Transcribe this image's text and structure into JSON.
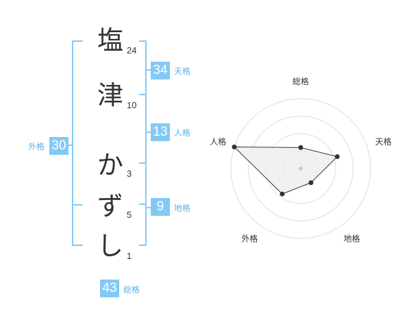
{
  "name": {
    "characters": [
      {
        "char": "塩",
        "strokes": "24"
      },
      {
        "char": "津",
        "strokes": "10"
      },
      {
        "char": "か",
        "strokes": "3"
      },
      {
        "char": "ず",
        "strokes": "5"
      },
      {
        "char": "し",
        "strokes": "1"
      }
    ]
  },
  "fortunes": {
    "tenkaku": {
      "value": "34",
      "label": "天格"
    },
    "jinkaku": {
      "value": "13",
      "label": "人格"
    },
    "chikaku": {
      "value": "9",
      "label": "地格"
    },
    "gaikaku": {
      "value": "30",
      "label": "外格"
    },
    "soukaku": {
      "value": "43",
      "label": "総格"
    }
  },
  "colors": {
    "accent": "#84c9f5",
    "bracket": "#84c9f5",
    "label": "#59b4ea",
    "text": "#333333",
    "grid": "#dddddd",
    "fill": "#eeeeee",
    "point": "#333333"
  },
  "chart_data": {
    "type": "radar",
    "axes": [
      "総格",
      "天格",
      "地格",
      "外格",
      "人格"
    ],
    "values": [
      0.3,
      0.55,
      0.25,
      0.45,
      1.0
    ],
    "rings": 4
  }
}
